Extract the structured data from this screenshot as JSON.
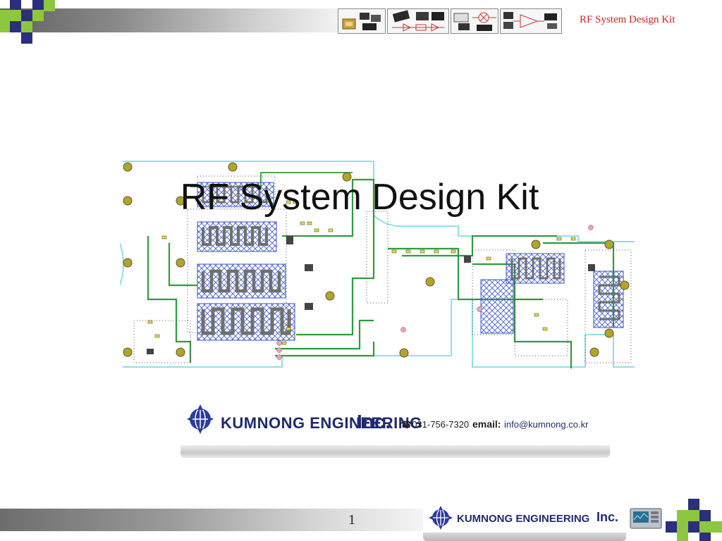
{
  "header": {
    "title": "RF System Design Kit",
    "thumbnails": [
      "chip-package-thumb",
      "ic-chips-thumb",
      "mixer-module-thumb",
      "amplifier-module-thumb"
    ]
  },
  "slide": {
    "title": "RF System Design Kit",
    "image": "pcb-layout-image"
  },
  "banner": {
    "company": "KUMNONG ENGINEERING",
    "inc": "Inc.",
    "phone": "☎031-756-7320",
    "email_label": "email:",
    "email": "info@kumnong.co.kr"
  },
  "footer": {
    "page_number": "1",
    "company": "KUMNONG ENGINEERING",
    "inc": "Inc."
  },
  "colors": {
    "title_red": "#d21e1e",
    "square_green": "#8dc63f",
    "square_navy": "#2b2f7c",
    "brand_blue": "#1e2b6e"
  }
}
